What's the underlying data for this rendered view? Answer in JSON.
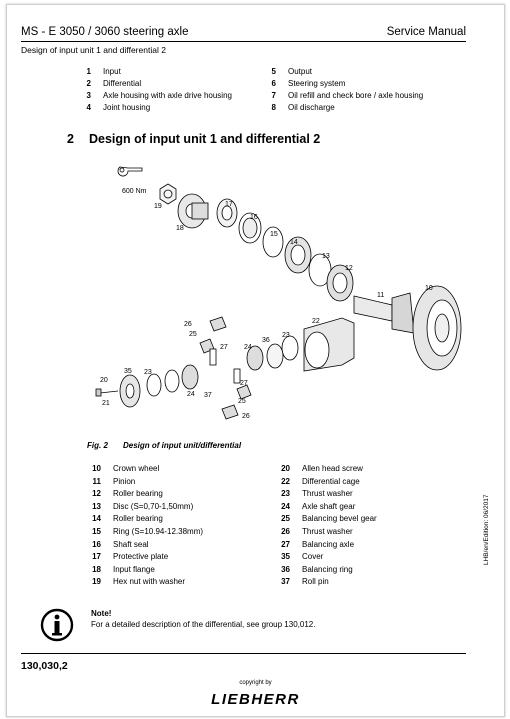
{
  "header": {
    "title": "MS - E 3050 / 3060 steering axle",
    "manual": "Service Manual",
    "subtitle": "Design of input unit 1 and differential 2"
  },
  "overview_legend": [
    {
      "num": "1",
      "label": "Input"
    },
    {
      "num": "2",
      "label": "Differential"
    },
    {
      "num": "3",
      "label": "Axle housing with axle drive housing"
    },
    {
      "num": "4",
      "label": "Joint housing"
    },
    {
      "num": "5",
      "label": "Output"
    },
    {
      "num": "6",
      "label": "Steering system"
    },
    {
      "num": "7",
      "label": "Oil refill and check bore / axle housing"
    },
    {
      "num": "8",
      "label": "Oil discharge"
    }
  ],
  "section": {
    "number": "2",
    "title": "Design of input unit 1 and differential 2"
  },
  "figure": {
    "torque": "600 Nm",
    "callouts": [
      "19",
      "17",
      "18",
      "16",
      "15",
      "14",
      "13",
      "12",
      "10",
      "11",
      "22",
      "26",
      "25",
      "36",
      "23",
      "27",
      "24",
      "35",
      "23",
      "20",
      "21",
      "24",
      "37",
      "25",
      "26",
      "27"
    ]
  },
  "caption": {
    "label": "Fig. 2",
    "text": "Design of input unit/differential"
  },
  "parts_legend": [
    {
      "num": "10",
      "label": "Crown wheel"
    },
    {
      "num": "11",
      "label": "Pinion"
    },
    {
      "num": "12",
      "label": "Roller bearing"
    },
    {
      "num": "13",
      "label": "Disc (S=0,70-1,50mm)"
    },
    {
      "num": "14",
      "label": "Roller bearing"
    },
    {
      "num": "15",
      "label": "Ring (S=10.94-12.38mm)"
    },
    {
      "num": "16",
      "label": "Shaft seal"
    },
    {
      "num": "17",
      "label": "Protective plate"
    },
    {
      "num": "18",
      "label": "Input flange"
    },
    {
      "num": "19",
      "label": "Hex nut with washer"
    },
    {
      "num": "20",
      "label": "Allen head screw"
    },
    {
      "num": "22",
      "label": "Differential cage"
    },
    {
      "num": "23",
      "label": "Thrust washer"
    },
    {
      "num": "24",
      "label": "Axle shaft gear"
    },
    {
      "num": "25",
      "label": "Balancing bevel gear"
    },
    {
      "num": "26",
      "label": "Thrust washer"
    },
    {
      "num": "27",
      "label": "Balancing axle"
    },
    {
      "num": "35",
      "label": "Cover"
    },
    {
      "num": "36",
      "label": "Balancing ring"
    },
    {
      "num": "37",
      "label": "Roll pin"
    }
  ],
  "note": {
    "title": "Note!",
    "text": "For a detailed description of the differential, see group 130,012."
  },
  "side_text": "LHB/en/Edition: 06/2017",
  "footer": {
    "page": "130,030,2",
    "copyright": "copyright by",
    "logo": "LIEBHERR"
  }
}
